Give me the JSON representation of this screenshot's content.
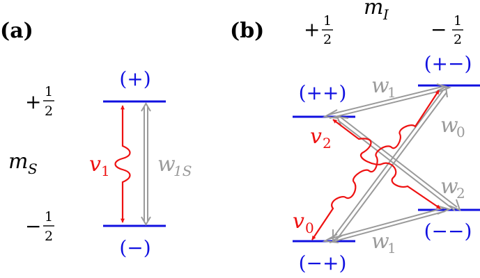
{
  "panel_a": {
    "tag": "(a)",
    "axis_label_main": "m",
    "axis_label_sub": "S",
    "spin_plus": {
      "sign": "+",
      "num": "1",
      "den": "2"
    },
    "spin_minus": {
      "sign": "−",
      "num": "1",
      "den": "2"
    },
    "level_top_label": "(+)",
    "level_bottom_label": "(−)",
    "red_label_main": "v",
    "red_label_sub": "1",
    "gray_label_main": "w",
    "gray_label_sub": "1S"
  },
  "panel_b": {
    "tag": "(b)",
    "axis_label_main": "m",
    "axis_label_sub": "I",
    "spin_plus": {
      "sign": "+",
      "num": "1",
      "den": "2"
    },
    "spin_minus": {
      "sign": "−",
      "num": "1",
      "den": "2"
    },
    "level_pp": "(++)",
    "level_pm": "(+−)",
    "level_mm": "(−−)",
    "level_mp": "(−+)",
    "w1_top": {
      "main": "w",
      "sub": "1"
    },
    "w1_bottom": {
      "main": "w",
      "sub": "1"
    },
    "w0": {
      "main": "w",
      "sub": "0"
    },
    "w2": {
      "main": "w",
      "sub": "2"
    },
    "v2": {
      "main": "v",
      "sub": "2"
    },
    "v0": {
      "main": "v",
      "sub": "0"
    }
  },
  "colors": {
    "level": "#1010e0",
    "red": "#ee1111",
    "gray": "#9a9a9a",
    "text": "#000000"
  }
}
